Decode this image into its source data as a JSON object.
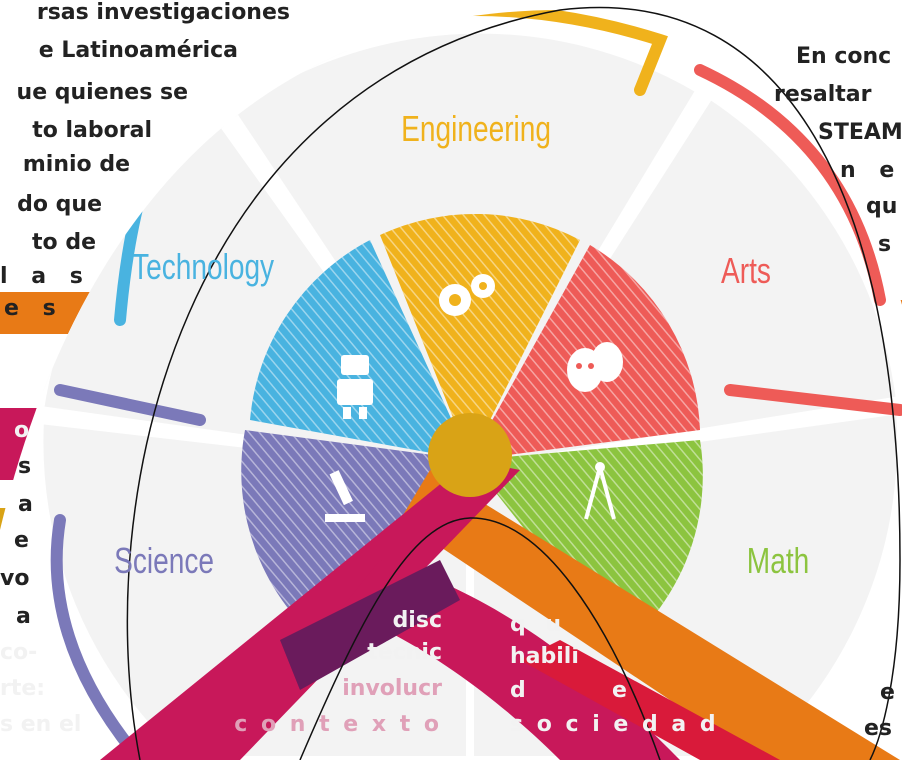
{
  "wheel": {
    "segments": [
      {
        "label": "Engineering",
        "color": "#f0b21c"
      },
      {
        "label": "Technology",
        "color": "#49b3e0"
      },
      {
        "label": "Arts",
        "color": "#ee5b57"
      },
      {
        "label": "Science",
        "color": "#7b79b9"
      },
      {
        "label": "Math",
        "color": "#8cc43f"
      }
    ],
    "icons": [
      "gears-icon",
      "robot-icon",
      "theater-masks-icon",
      "microscope-icon",
      "compass-icon"
    ]
  },
  "overlay_text": {
    "left": [
      "rsas investigaciones",
      "e Latinoamérica",
      "ue quienes se",
      "to laboral",
      "minio de",
      "do que",
      "to de",
      "l a s",
      "e s",
      "o",
      "s",
      "a",
      "e",
      "vo",
      "a",
      "co-",
      "rte:",
      "s en el"
    ],
    "right": [
      "En conc",
      "resaltar",
      "STEAM",
      "n e c",
      "qu",
      "s",
      "e",
      "es"
    ],
    "center_left": [
      "disc",
      "técnic",
      "involucr",
      "c o n t e x t o"
    ],
    "center_right": [
      "q u",
      "habili",
      "d",
      "e",
      "s o c i e d a d"
    ]
  },
  "colors": {
    "orange_band": "#e87a16",
    "crimson_band": "#c8185a",
    "purple_band": "#6a1b5c",
    "red_band": "#d91a3a",
    "center": "#d9a316"
  }
}
